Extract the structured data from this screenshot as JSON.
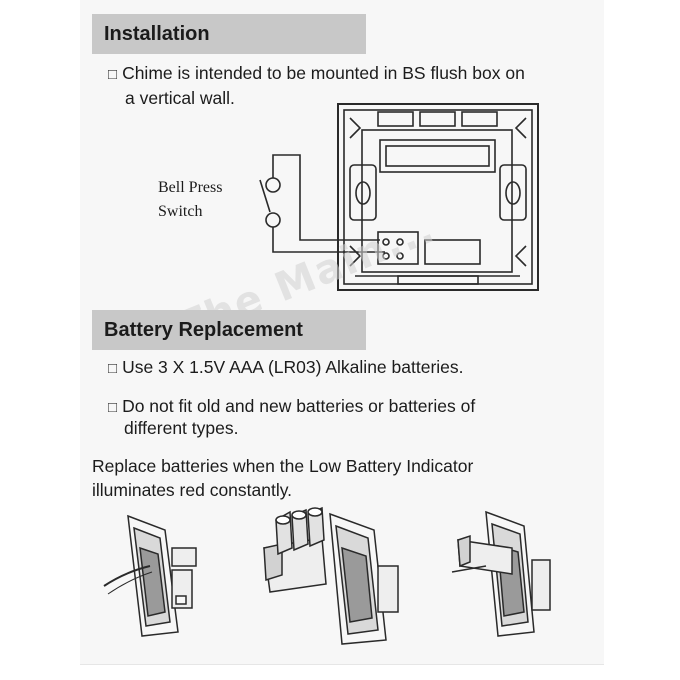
{
  "installation": {
    "heading": "Installation",
    "line1": "Chime is intended to be mounted in BS flush box on",
    "line2": "a vertical wall.",
    "diagram_label_line1": "Bell Press",
    "diagram_label_line2": "Switch"
  },
  "battery": {
    "heading": "Battery Replacement",
    "bullet1": "Use 3 X 1.5V AAA (LR03) Alkaline batteries.",
    "bullet2_line1": "Do not fit old and new batteries or batteries of",
    "bullet2_line2": "different types.",
    "note_line1": "Replace batteries when the Low Battery Indicator",
    "note_line2": "illuminates red constantly."
  },
  "bullet_glyph": "□",
  "watermark": "The Main...",
  "colors": {
    "header_bg": "#c8c8c8",
    "text": "#1c1c1c",
    "line_art": "#2a2a2a",
    "sheet_bg": "#f7f7f7"
  },
  "icons": [
    "flush-box-diagram",
    "bell-switch-symbol",
    "chime-unit-illustration",
    "battery-tray-illustration"
  ]
}
